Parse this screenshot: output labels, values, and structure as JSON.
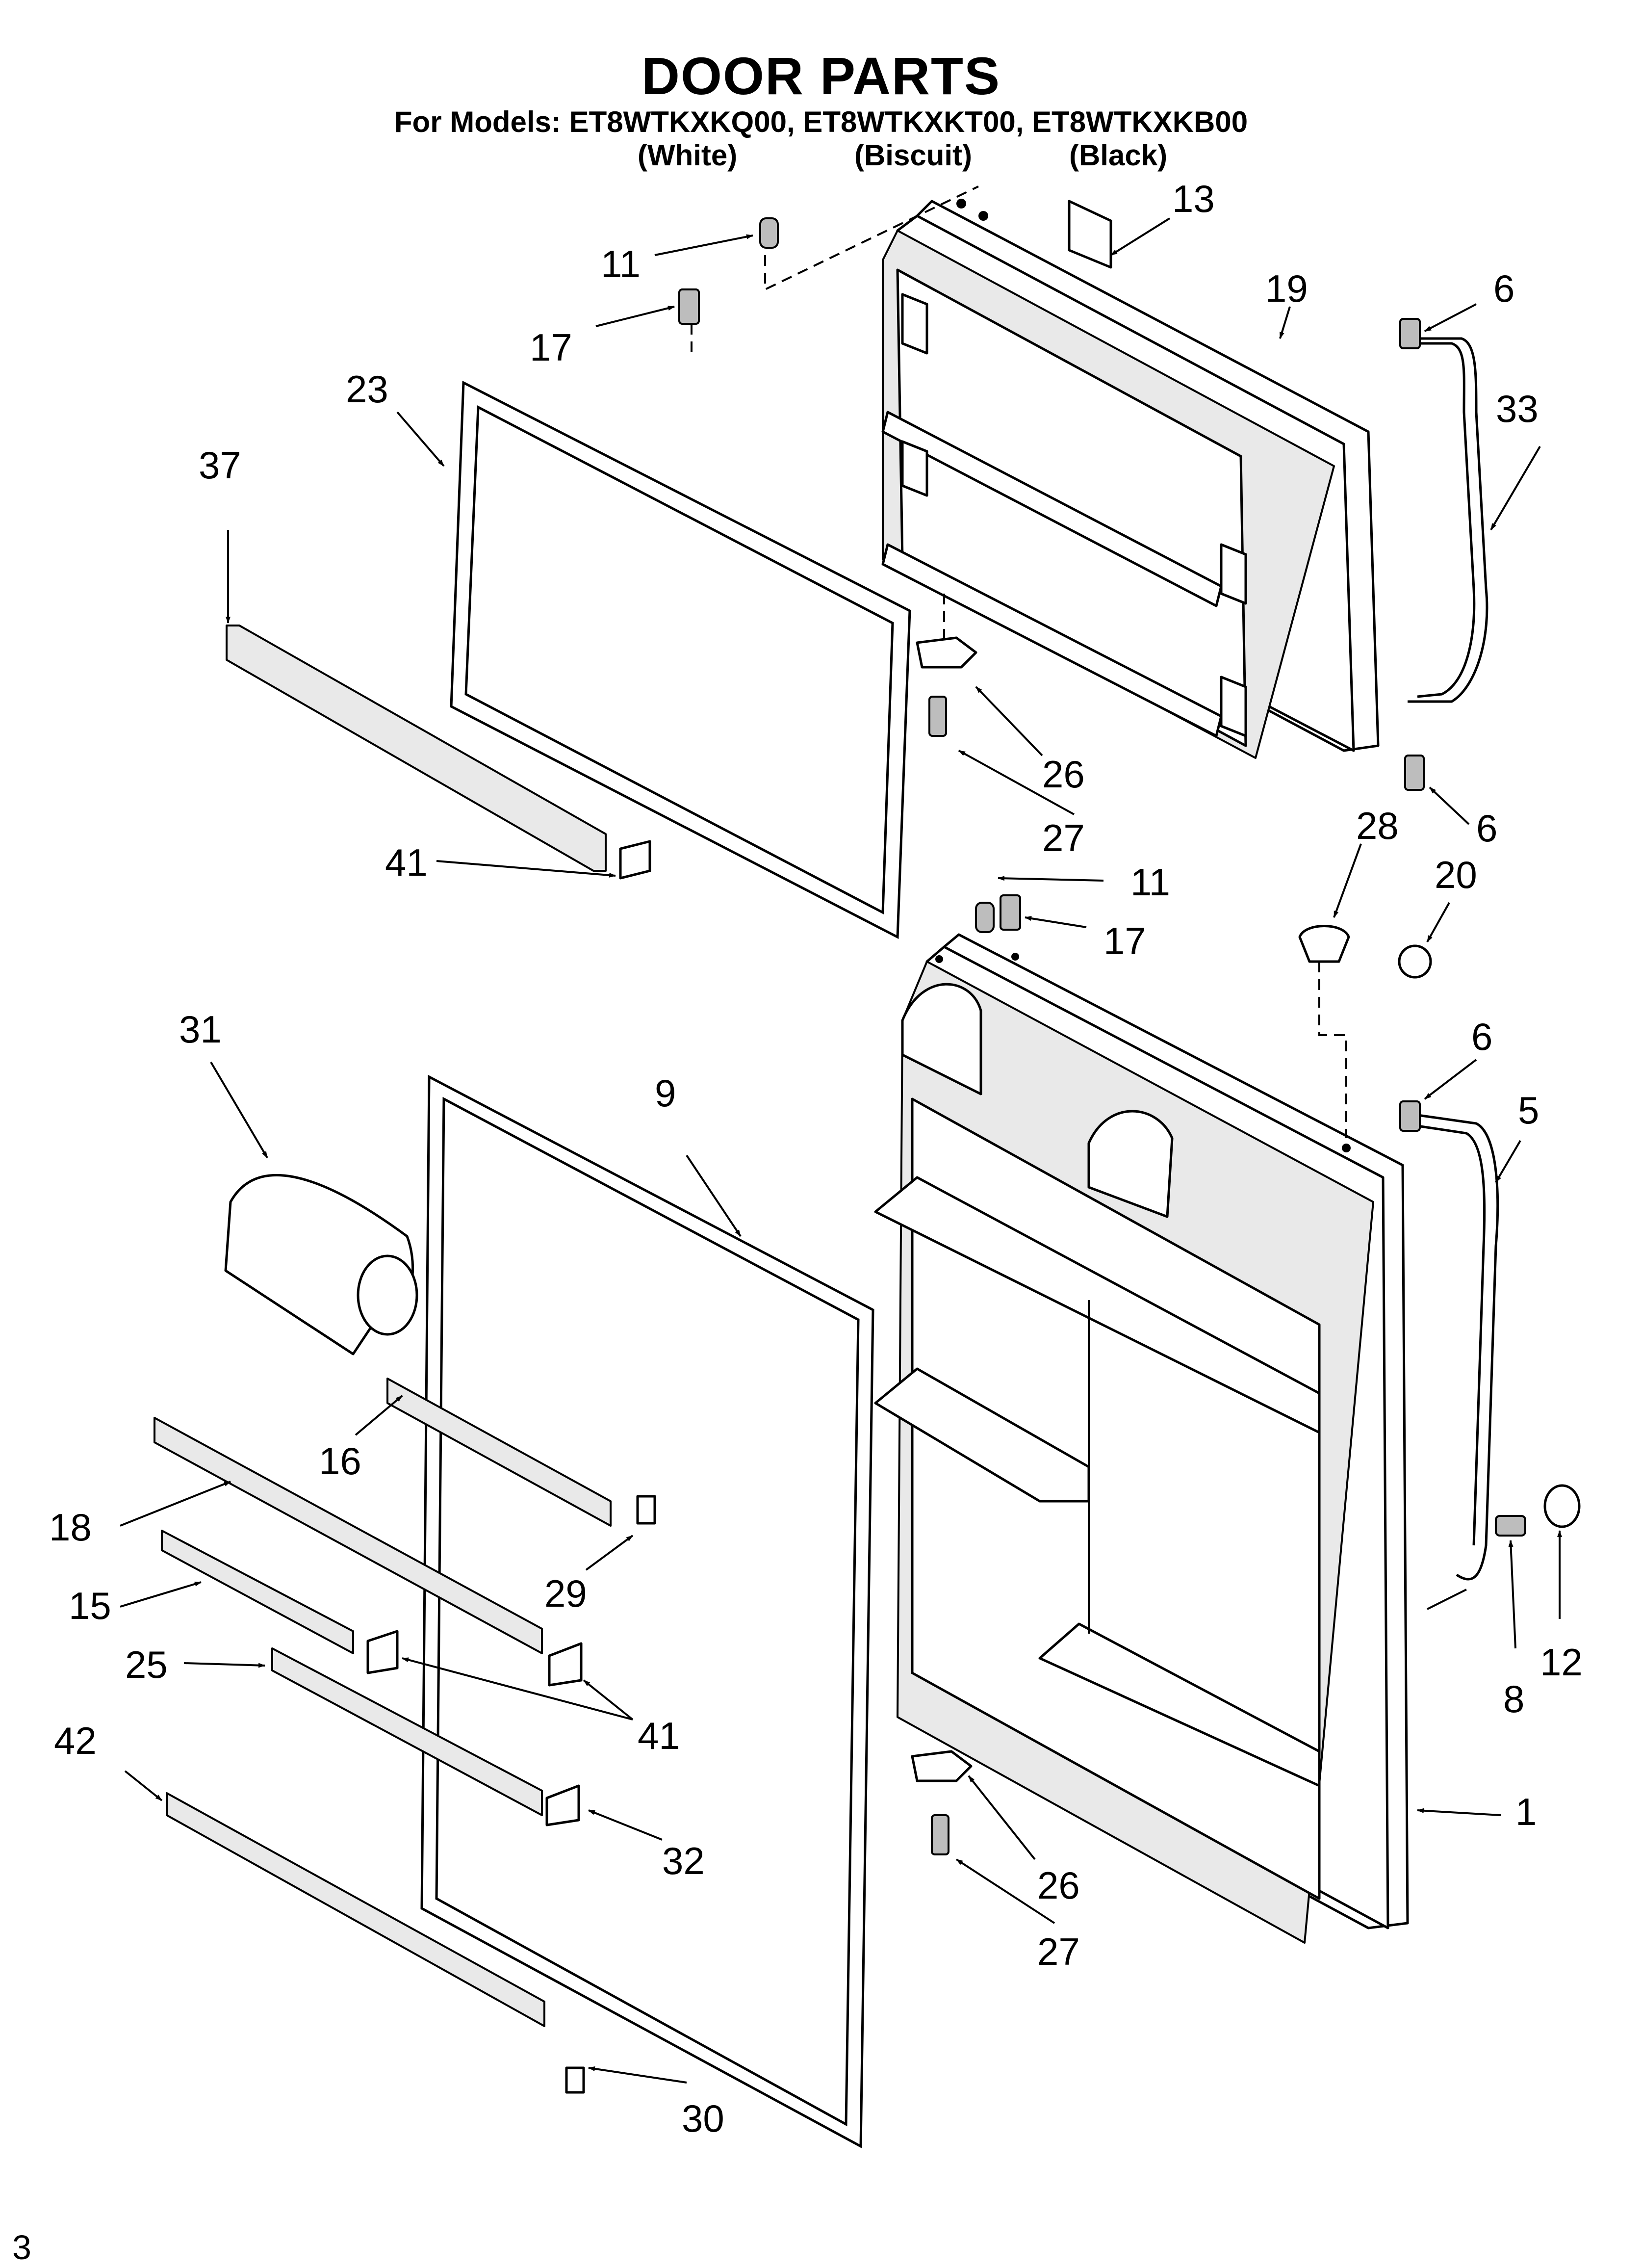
{
  "title": "DOOR PARTS",
  "models_line": "For Models: ET8WTKXKQ00, ET8WTKXKT00, ET8WTKXKB00",
  "variants": [
    "(White)",
    "(Biscuit)",
    "(Black)"
  ],
  "callouts": [
    "1",
    "5",
    "6",
    "6",
    "6",
    "8",
    "9",
    "11",
    "11",
    "12",
    "13",
    "15",
    "16",
    "17",
    "17",
    "18",
    "19",
    "20",
    "23",
    "25",
    "26",
    "26",
    "27",
    "27",
    "28",
    "29",
    "30",
    "31",
    "32",
    "33",
    "37",
    "41",
    "41",
    "42"
  ],
  "page_number": "3",
  "colors": {
    "ink": "#000000",
    "paper": "#ffffff",
    "shading": "#e9e9e9"
  }
}
